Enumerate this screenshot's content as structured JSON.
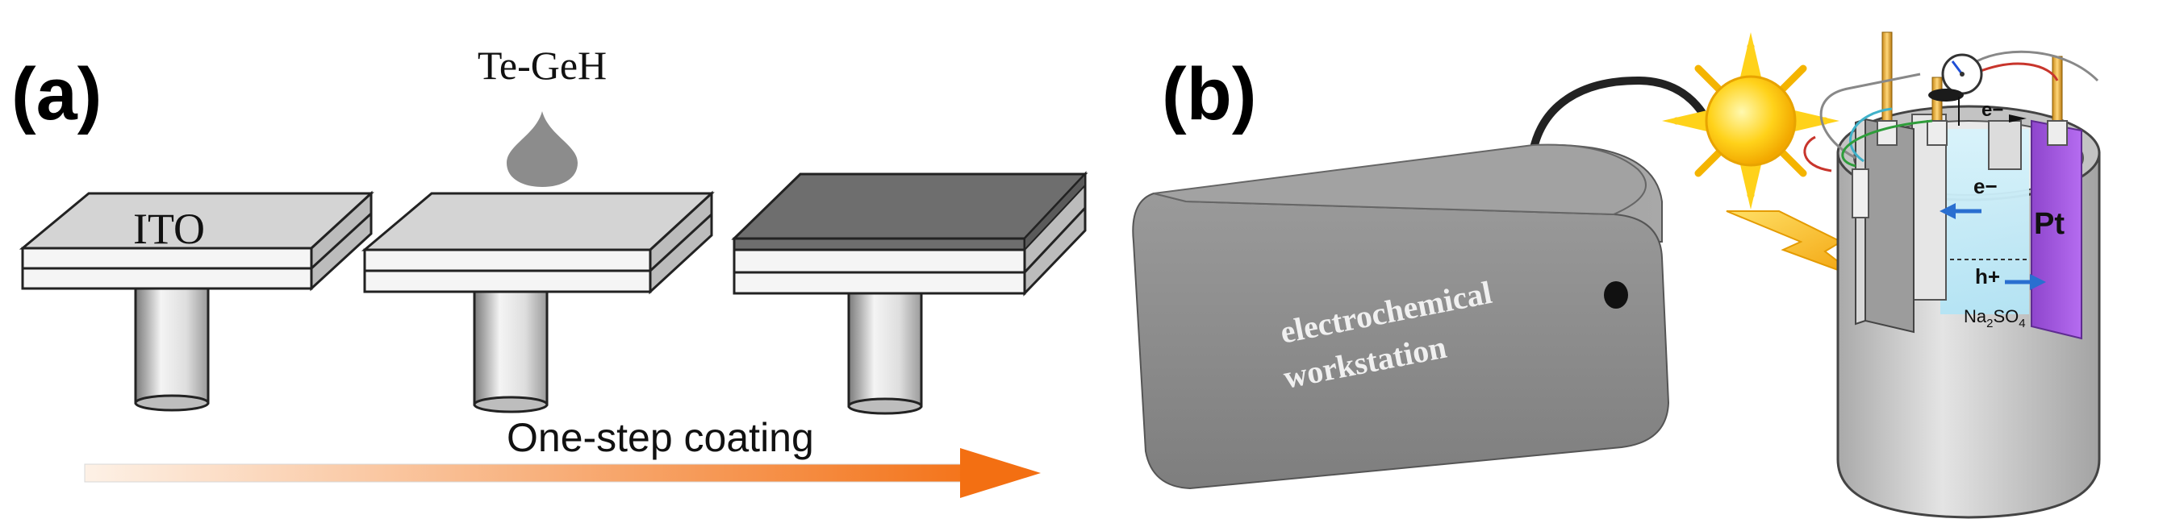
{
  "panel_a": {
    "label": "(a)",
    "substrate_label": "ITO",
    "precursor_label": "Te-GeH",
    "arrow_label": "One-step coating",
    "colors": {
      "substrate_top": "#d4d4d4",
      "film_top": "#6e6e6e",
      "droplet": "#8c8c8c",
      "arrow_start": "#fdf1e6",
      "arrow_end": "#f36f12"
    }
  },
  "panel_b": {
    "label": "(b)",
    "workstation_label_line1": "electrochemical",
    "workstation_label_line2": "workstation",
    "electron_top": "e−",
    "electron_inner": "e−",
    "hole": "h+",
    "electrolyte": "Na",
    "electrolyte_sub1": "2",
    "electrolyte_mid": "SO",
    "electrolyte_sub2": "4",
    "counter_electrode": "Pt",
    "colors": {
      "workstation": "#8a8a8a",
      "sun": "#ffd21a",
      "bolt": "#f7b612",
      "pt_electrode": "#a45ae0",
      "electrolyte": "#bfe9f7",
      "beaker": "#cfcfcf"
    }
  }
}
